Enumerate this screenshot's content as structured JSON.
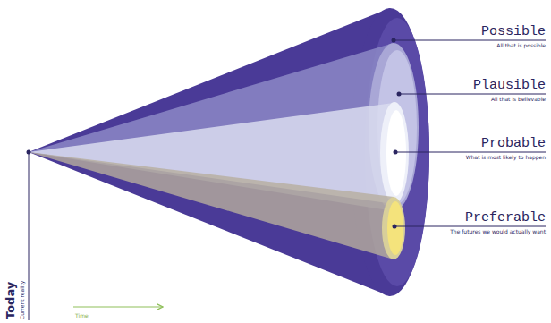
{
  "diagram": {
    "labels": [
      "Possible",
      "All that is possible",
      "Plausible",
      "All that is believable",
      "Probable",
      "What is most likely to happen",
      "Preferable",
      "The futures we would actually want",
      "Today",
      "Current reality",
      "Time"
    ]
  }
}
